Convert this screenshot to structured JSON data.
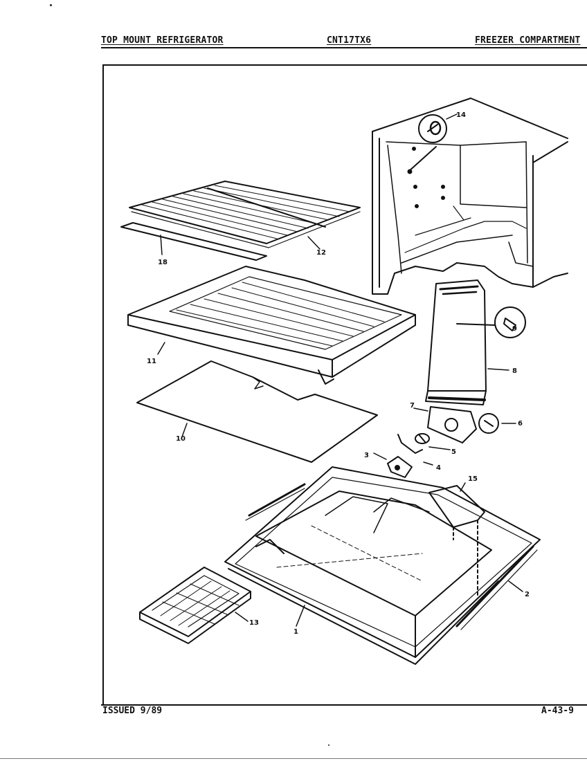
{
  "header": {
    "left": "TOP MOUNT REFRIGERATOR",
    "center": "CNT17TX6",
    "right": "FREEZER COMPARTMENT"
  },
  "footer": {
    "issued": "ISSUED 9/89",
    "page_ref": "A-43-9"
  },
  "callouts": {
    "c1": "1",
    "c2": "2",
    "c3": "3",
    "c4": "4",
    "c5": "5",
    "c6": "6",
    "c7": "7",
    "c8": "8",
    "c9": "9",
    "c10": "10",
    "c11": "11",
    "c12": "12",
    "c13": "13",
    "c14": "14",
    "c15": "15",
    "c18": "18"
  },
  "colors": {
    "ink": "#111111",
    "paper": "#ffffff"
  }
}
